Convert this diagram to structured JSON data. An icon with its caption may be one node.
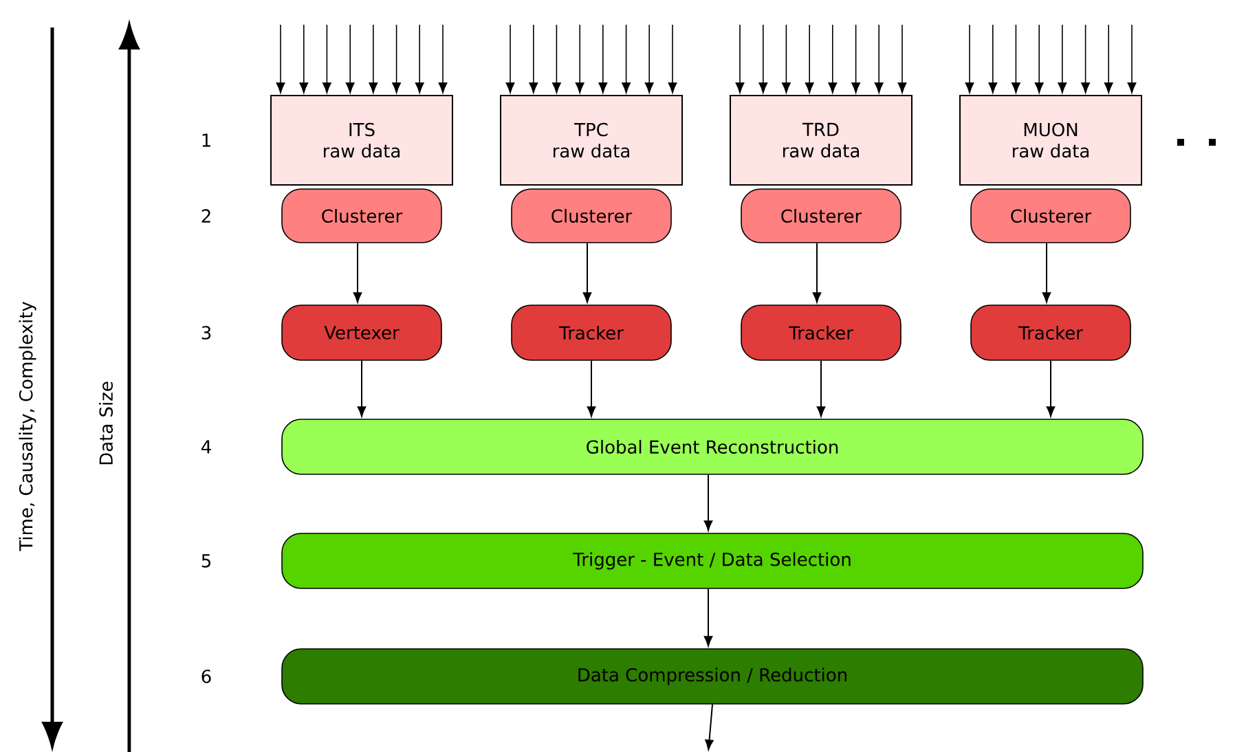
{
  "diagram": {
    "nodes": [
      {
        "text": [
          "ITS",
          "raw data"
        ]
      },
      {
        "text": [
          "TPC",
          "raw data"
        ]
      },
      {
        "text": [
          "TRD",
          "raw data"
        ]
      },
      {
        "text": [
          "MUON",
          "raw data"
        ]
      },
      {
        "text": [
          "Clusterer"
        ]
      },
      {
        "text": [
          "Clusterer"
        ]
      },
      {
        "text": [
          "Clusterer"
        ]
      },
      {
        "text": [
          "Clusterer"
        ]
      },
      {
        "text": [
          "Vertexer"
        ]
      },
      {
        "text": [
          "Tracker"
        ]
      },
      {
        "text": [
          "Tracker"
        ]
      },
      {
        "text": [
          "Tracker"
        ]
      },
      {
        "text": [
          "Global Event Reconstruction"
        ]
      },
      {
        "text": [
          "Trigger - Event / Data Selection"
        ]
      },
      {
        "text": [
          "Data Compression / Reduction"
        ]
      }
    ],
    "edges": [
      {
        "from": null,
        "to": 0,
        "arrow": "to"
      },
      {
        "from": null,
        "to": 0,
        "arrow": "to"
      },
      {
        "from": null,
        "to": 0,
        "arrow": "to"
      },
      {
        "from": null,
        "to": 0,
        "arrow": "to"
      },
      {
        "from": null,
        "to": 0,
        "arrow": "to"
      },
      {
        "from": null,
        "to": 0,
        "arrow": "to"
      },
      {
        "from": null,
        "to": 0,
        "arrow": "to"
      },
      {
        "from": null,
        "to": 0,
        "arrow": "to"
      },
      {
        "from": null,
        "to": 1,
        "arrow": "to"
      },
      {
        "from": null,
        "to": 1,
        "arrow": "to"
      },
      {
        "from": null,
        "to": 1,
        "arrow": "to"
      },
      {
        "from": null,
        "to": 1,
        "arrow": "to"
      },
      {
        "from": null,
        "to": 1,
        "arrow": "to"
      },
      {
        "from": null,
        "to": 1,
        "arrow": "to"
      },
      {
        "from": null,
        "to": 1,
        "arrow": "to"
      },
      {
        "from": null,
        "to": 1,
        "arrow": "to"
      },
      {
        "from": null,
        "to": 2,
        "arrow": "to"
      },
      {
        "from": null,
        "to": 2,
        "arrow": "to"
      },
      {
        "from": null,
        "to": 2,
        "arrow": "to"
      },
      {
        "from": null,
        "to": 2,
        "arrow": "to"
      },
      {
        "from": null,
        "to": 2,
        "arrow": "to"
      },
      {
        "from": null,
        "to": 2,
        "arrow": "to"
      },
      {
        "from": null,
        "to": 2,
        "arrow": "to"
      },
      {
        "from": null,
        "to": 2,
        "arrow": "to"
      },
      {
        "from": null,
        "to": 3,
        "arrow": "to"
      },
      {
        "from": null,
        "to": 3,
        "arrow": "to"
      },
      {
        "from": null,
        "to": 3,
        "arrow": "to"
      },
      {
        "from": null,
        "to": 3,
        "arrow": "to"
      },
      {
        "from": null,
        "to": 3,
        "arrow": "to"
      },
      {
        "from": null,
        "to": 3,
        "arrow": "to"
      },
      {
        "from": null,
        "to": 3,
        "arrow": "to"
      },
      {
        "from": null,
        "to": 3,
        "arrow": "to"
      },
      {
        "from": 4,
        "to": 8,
        "arrow": "to"
      },
      {
        "from": 5,
        "to": 9,
        "arrow": "to"
      },
      {
        "from": 6,
        "to": 10,
        "arrow": "to"
      },
      {
        "from": 7,
        "to": 11,
        "arrow": "to"
      },
      {
        "from": 8,
        "to": 12,
        "arrow": "to"
      },
      {
        "from": 9,
        "to": 12,
        "arrow": "to"
      },
      {
        "from": 10,
        "to": 12,
        "arrow": "to"
      },
      {
        "from": 11,
        "to": 12,
        "arrow": "to"
      },
      {
        "from": 12,
        "to": 13,
        "arrow": "to"
      },
      {
        "from": 13,
        "to": 14,
        "arrow": "to"
      },
      {
        "from": 14,
        "to": null,
        "arrow": "to"
      }
    ],
    "labels": [
      "Time, Causality, Complexity",
      "Data Size",
      "1",
      "2",
      "3",
      "4",
      "5",
      "6"
    ]
  }
}
